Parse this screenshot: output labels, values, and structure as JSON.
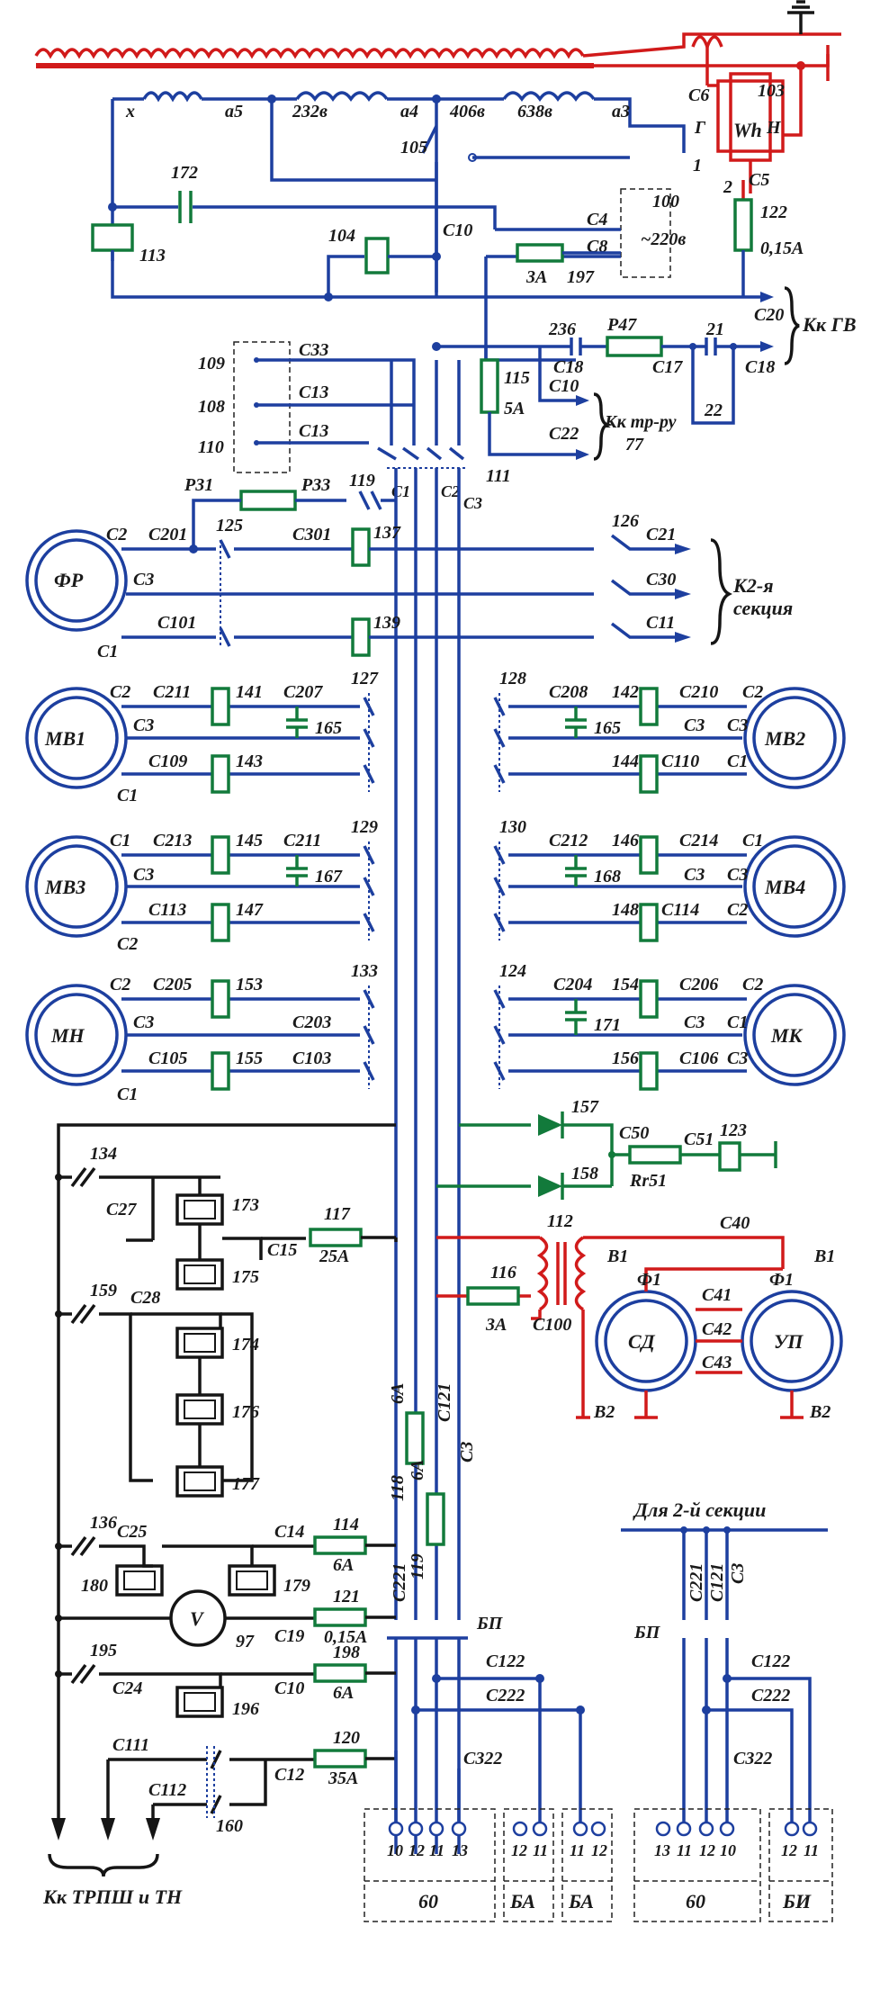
{
  "colors": {
    "blue": "#1d3f9f",
    "black": "#151515",
    "red": "#d11a1a",
    "green": "#127a3b"
  },
  "top": {
    "x": "x",
    "a5": "а5",
    "n232": "232в",
    "a4": "а4",
    "n406": "406в",
    "n638": "638в",
    "a3": "а3",
    "n105": "105",
    "c6": "C6",
    "n103": "103",
    "g": "Г",
    "wh": "Wh",
    "h": "Н",
    "n1": "1",
    "n2": "2",
    "c5": "C5",
    "n122": "122",
    "fuse122": "0,15А",
    "n100": "100",
    "c4": "C4",
    "c8": "C8",
    "v220": "~220в",
    "n172": "172",
    "n113": "113",
    "n104": "104",
    "c10": "C10",
    "fuse197": "3А",
    "n197": "197",
    "c20": "C20",
    "kk_gv": "Кк ГВ",
    "n236": "236",
    "p47": "Р47",
    "n21": "21",
    "c18a": "C18",
    "c17": "C17",
    "c18b": "C18",
    "n22": "22",
    "n115": "115",
    "fuse115": "5А",
    "c10b": "C10",
    "c22": "C22",
    "kk_tr": "Кк тр-ру",
    "n77": "77",
    "n109": "109",
    "c33": "C33",
    "n108": "108",
    "c13a": "C13",
    "n110": "110",
    "c13b": "C13",
    "n111": "111",
    "c1": "C1",
    "c2": "C2",
    "c3": "C3"
  },
  "fr": {
    "motor": "ФР",
    "p31": "Р31",
    "p33": "Р33",
    "n119": "119",
    "c2": "C2",
    "c201": "C201",
    "n125": "125",
    "c301": "C301",
    "n137": "137",
    "n126": "126",
    "c21": "C21",
    "c3": "C3",
    "c30": "C30",
    "k2": "К2-я",
    "sekcia": "секция",
    "c101": "C101",
    "n139": "139",
    "c11": "C11",
    "c1": "C1"
  },
  "mv12": {
    "m1": "МВ1",
    "m2": "МВ2",
    "c2": "C2",
    "c211": "C211",
    "n141": "141",
    "c207": "C207",
    "n127": "127",
    "n128": "128",
    "c208": "C208",
    "n142": "142",
    "c210": "C210",
    "c2r": "C2",
    "c3": "C3",
    "n165a": "165",
    "n165b": "165",
    "c3r": "C3",
    "c3rr": "C3",
    "c109": "C109",
    "n143": "143",
    "n144": "144",
    "c110": "C110",
    "c1r": "C1",
    "c1": "C1"
  },
  "mv34": {
    "m3": "МВ3",
    "m4": "МВ4",
    "c1": "C1",
    "c213": "C213",
    "n145": "145",
    "c211": "C211",
    "n129": "129",
    "n130": "130",
    "c212": "C212",
    "n146": "146",
    "c214": "C214",
    "c1r": "C1",
    "c3": "C3",
    "n167": "167",
    "n168": "168",
    "c3r": "C3",
    "c3rr": "C3",
    "c113": "C113",
    "n147": "147",
    "n148": "148",
    "c114": "C114",
    "c2r": "C2",
    "c2": "C2"
  },
  "mnk": {
    "mn": "МН",
    "mk": "МК",
    "c2": "C2",
    "c205": "C205",
    "n153": "153",
    "n133": "133",
    "n124": "124",
    "c204": "C204",
    "n154": "154",
    "c206": "C206",
    "c2r": "C2",
    "c3": "C3",
    "c203": "C203",
    "n171": "171",
    "c3r": "C3",
    "c1r": "C1",
    "c105": "C105",
    "n155": "155",
    "c103": "C103",
    "n156": "156",
    "c106": "C106",
    "c3rr": "C3",
    "c1": "C1"
  },
  "lower": {
    "n157": "157",
    "c50": "C50",
    "n123": "123",
    "n158": "158",
    "rr51": "Rr51",
    "c51": "C51",
    "n134": "134",
    "c27": "C27",
    "n173": "173",
    "n175": "175",
    "c15": "C15",
    "n117": "117",
    "fuse117": "25А",
    "n112": "112",
    "c40": "C40",
    "b1a": "В1",
    "f1a": "Ф1",
    "c41": "C41",
    "f1b": "Ф1",
    "b1b": "В1",
    "c42": "C42",
    "c43": "C43",
    "sd": "СД",
    "up": "УП",
    "b2a": "В2",
    "b2b": "В2",
    "n116": "116",
    "fuse116": "3А",
    "c100": "C100",
    "n159": "159",
    "c28": "C28",
    "n174": "174",
    "n176": "176",
    "n177": "177",
    "f6a": "6А",
    "n118": "118",
    "c121": "C121",
    "c3": "C3",
    "f6b": "6А",
    "n119": "119",
    "c221": "C221",
    "n136": "136",
    "c25": "C25",
    "c14": "C14",
    "n114": "114",
    "fuse114": "6А",
    "n180": "180",
    "n179": "179",
    "v": "V",
    "n97": "97",
    "c19": "C19",
    "n121": "121",
    "fuse121": "0,15А",
    "bp": "БП",
    "n195": "195",
    "c24": "C24",
    "c10": "C10",
    "n198": "198",
    "fuse198": "6А",
    "n196": "196",
    "c122": "C122",
    "c222": "C222",
    "c322": "C322",
    "c111": "C111",
    "c12": "C12",
    "n120": "120",
    "fuse120": "35А",
    "c112": "C112",
    "n160": "160",
    "kk_trpsh": "Кк ТРПШ и ТН"
  },
  "sec2": {
    "title": "Для 2-й секции",
    "c221": "C221",
    "c121": "C121",
    "c3": "C3",
    "bp": "БП",
    "c122": "C122",
    "c222": "C222",
    "c322": "C322"
  },
  "terminals": {
    "t60a": {
      "pins": [
        "10",
        "12",
        "11",
        "13"
      ],
      "name": "60"
    },
    "ba1": {
      "pins": [
        "12",
        "11"
      ],
      "name": "БА"
    },
    "ba2": {
      "pins": [
        "11",
        "12"
      ],
      "name": "БА"
    },
    "t60b": {
      "pins": [
        "13",
        "11",
        "12",
        "10"
      ],
      "name": "60"
    },
    "bi": {
      "pins": [
        "12",
        "11"
      ],
      "name": "БИ"
    }
  }
}
